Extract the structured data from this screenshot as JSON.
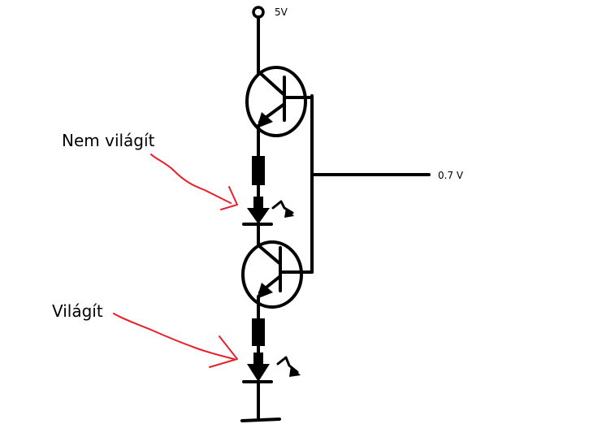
{
  "labels": {
    "supply": "5V",
    "base_voltage": "0.7 V",
    "top_led_state": "Nem világít",
    "bottom_led_state": "Világít"
  },
  "colors": {
    "ink": "#000000",
    "annotation": "#e8202a",
    "background": "#ffffff"
  }
}
